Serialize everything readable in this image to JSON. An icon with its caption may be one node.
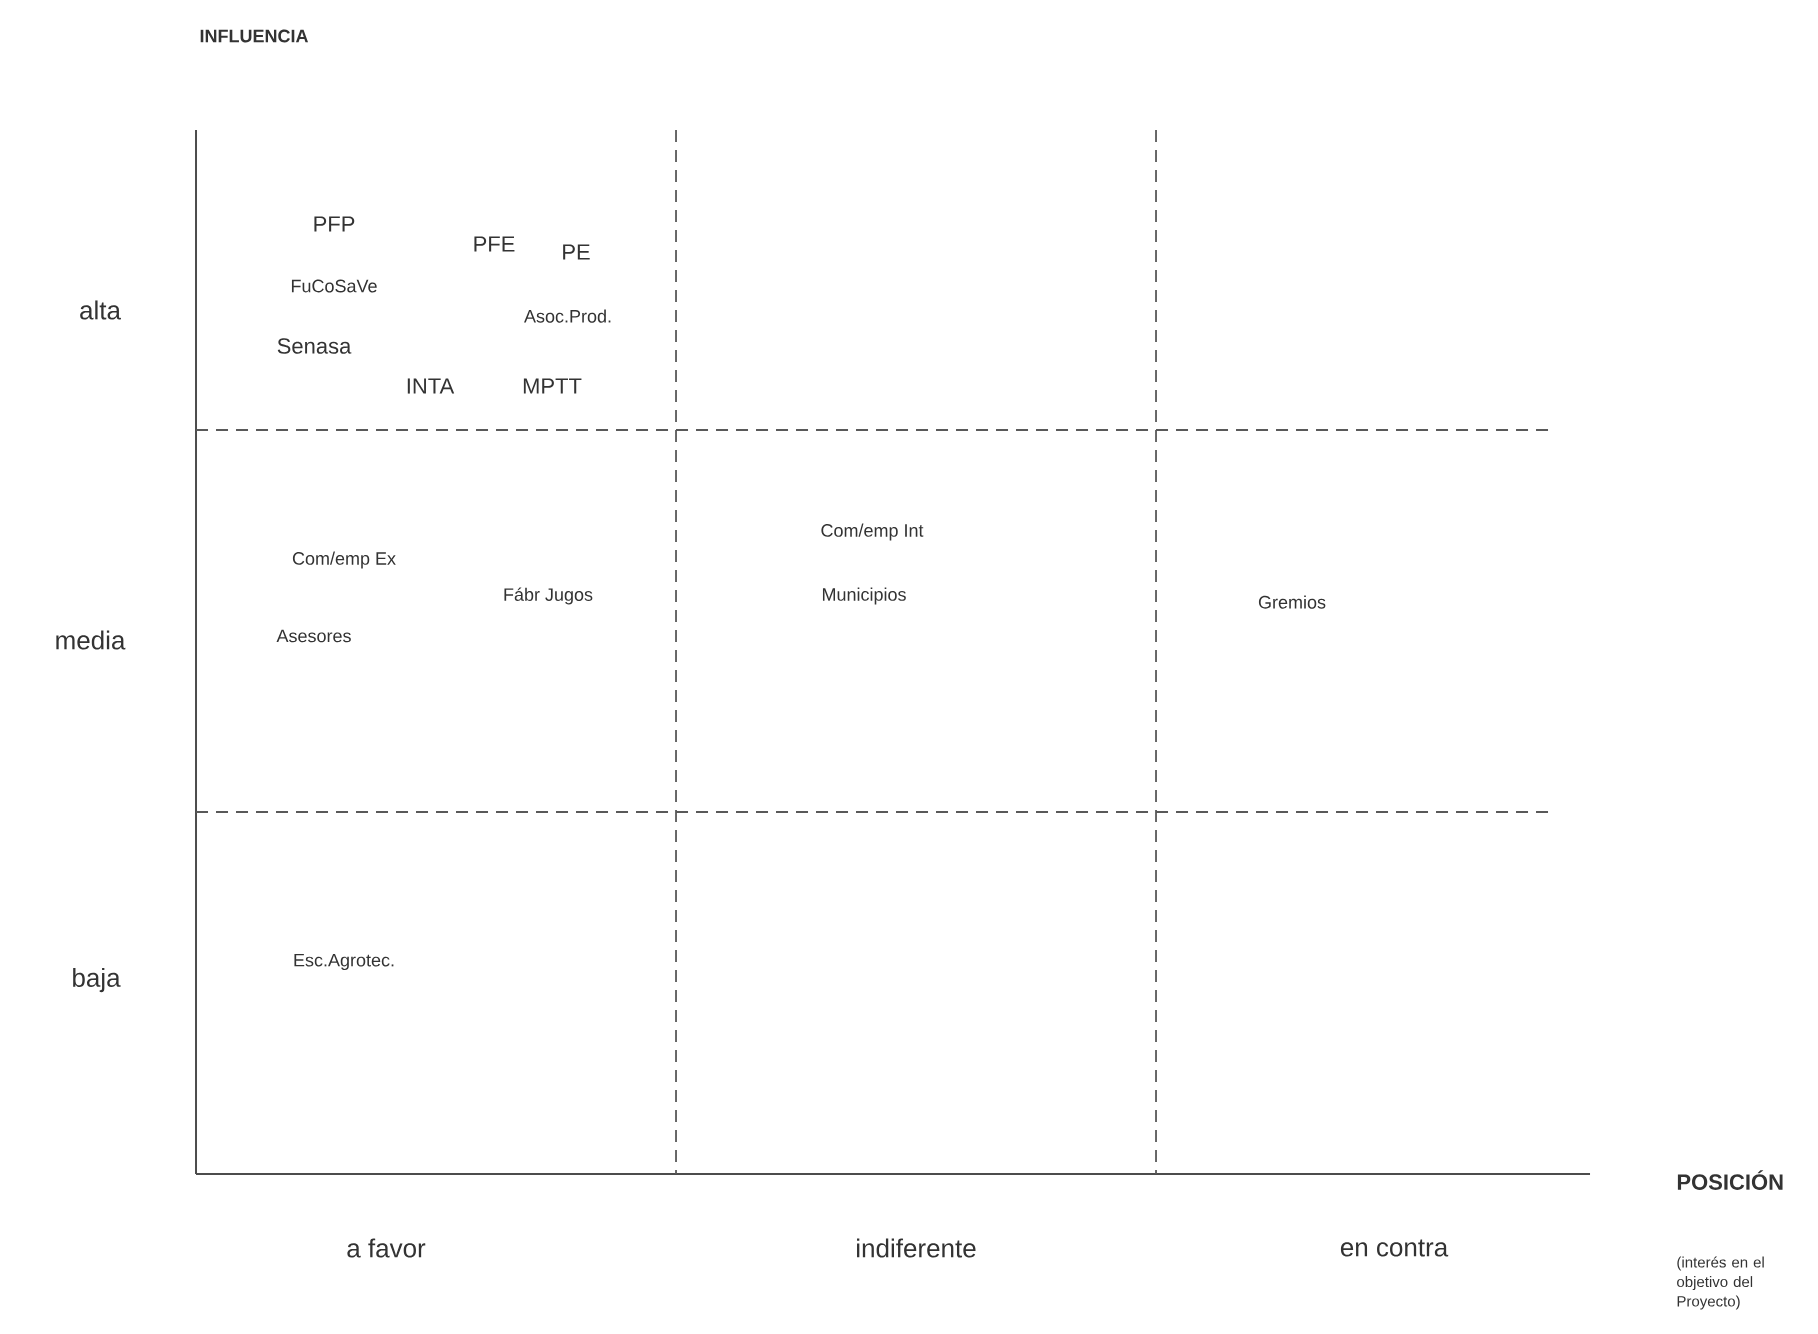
{
  "diagram": {
    "labels": [
      "INFLUENCIA",
      "PFE",
      "PFP",
      "PE",
      "alta",
      "FuCoSaVe",
      "Asoc.Prod.",
      "Senasa",
      "INTA",
      "MPTT",
      "Com/emp Int",
      "Com/emp Ex",
      "Fábr Jugos",
      "media",
      "Municipios",
      "Gremios",
      "Asesores",
      "baja",
      "Esc.Agrotec.",
      "POSICIÓN",
      "a favor",
      "indiferente",
      "en contra",
      "(interés en el objetivo del Proyecto)"
    ]
  }
}
